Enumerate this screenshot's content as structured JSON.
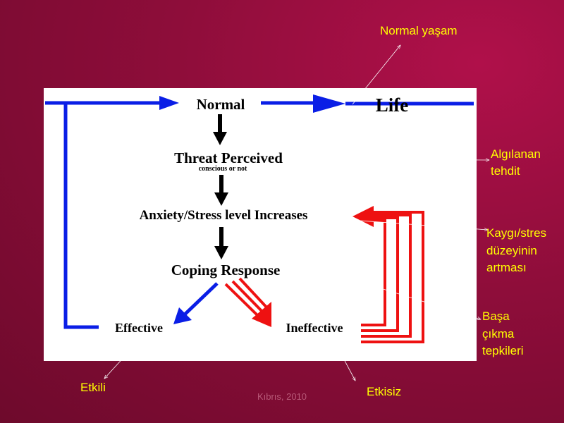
{
  "diagram": {
    "nodes": {
      "normal": "Normal",
      "life": "Life",
      "threat": "Threat Perceived",
      "threat_sub": "conscious or not",
      "anxiety": "Anxiety/Stress level Increases",
      "coping": "Coping Response",
      "effective": "Effective",
      "ineffective": "Ineffective"
    },
    "annotations": {
      "normal_yasam": "Normal yaşam",
      "algilanan_1": "Algılanan",
      "algilanan_2": "tehdit",
      "kaygi_1": "Kaygı/stres",
      "kaygi_2": "düzeyinin",
      "kaygi_3": "artması",
      "basa_1": "Başa",
      "basa_2": "çıkma",
      "basa_3": "tepkileri",
      "etkili": "Etkili",
      "etkisiz": "Etkisiz"
    },
    "colors": {
      "blue": "#0a1ee6",
      "red": "#ee1111",
      "annotation": "#ffff00"
    }
  },
  "footer": "Kıbrıs, 2010"
}
